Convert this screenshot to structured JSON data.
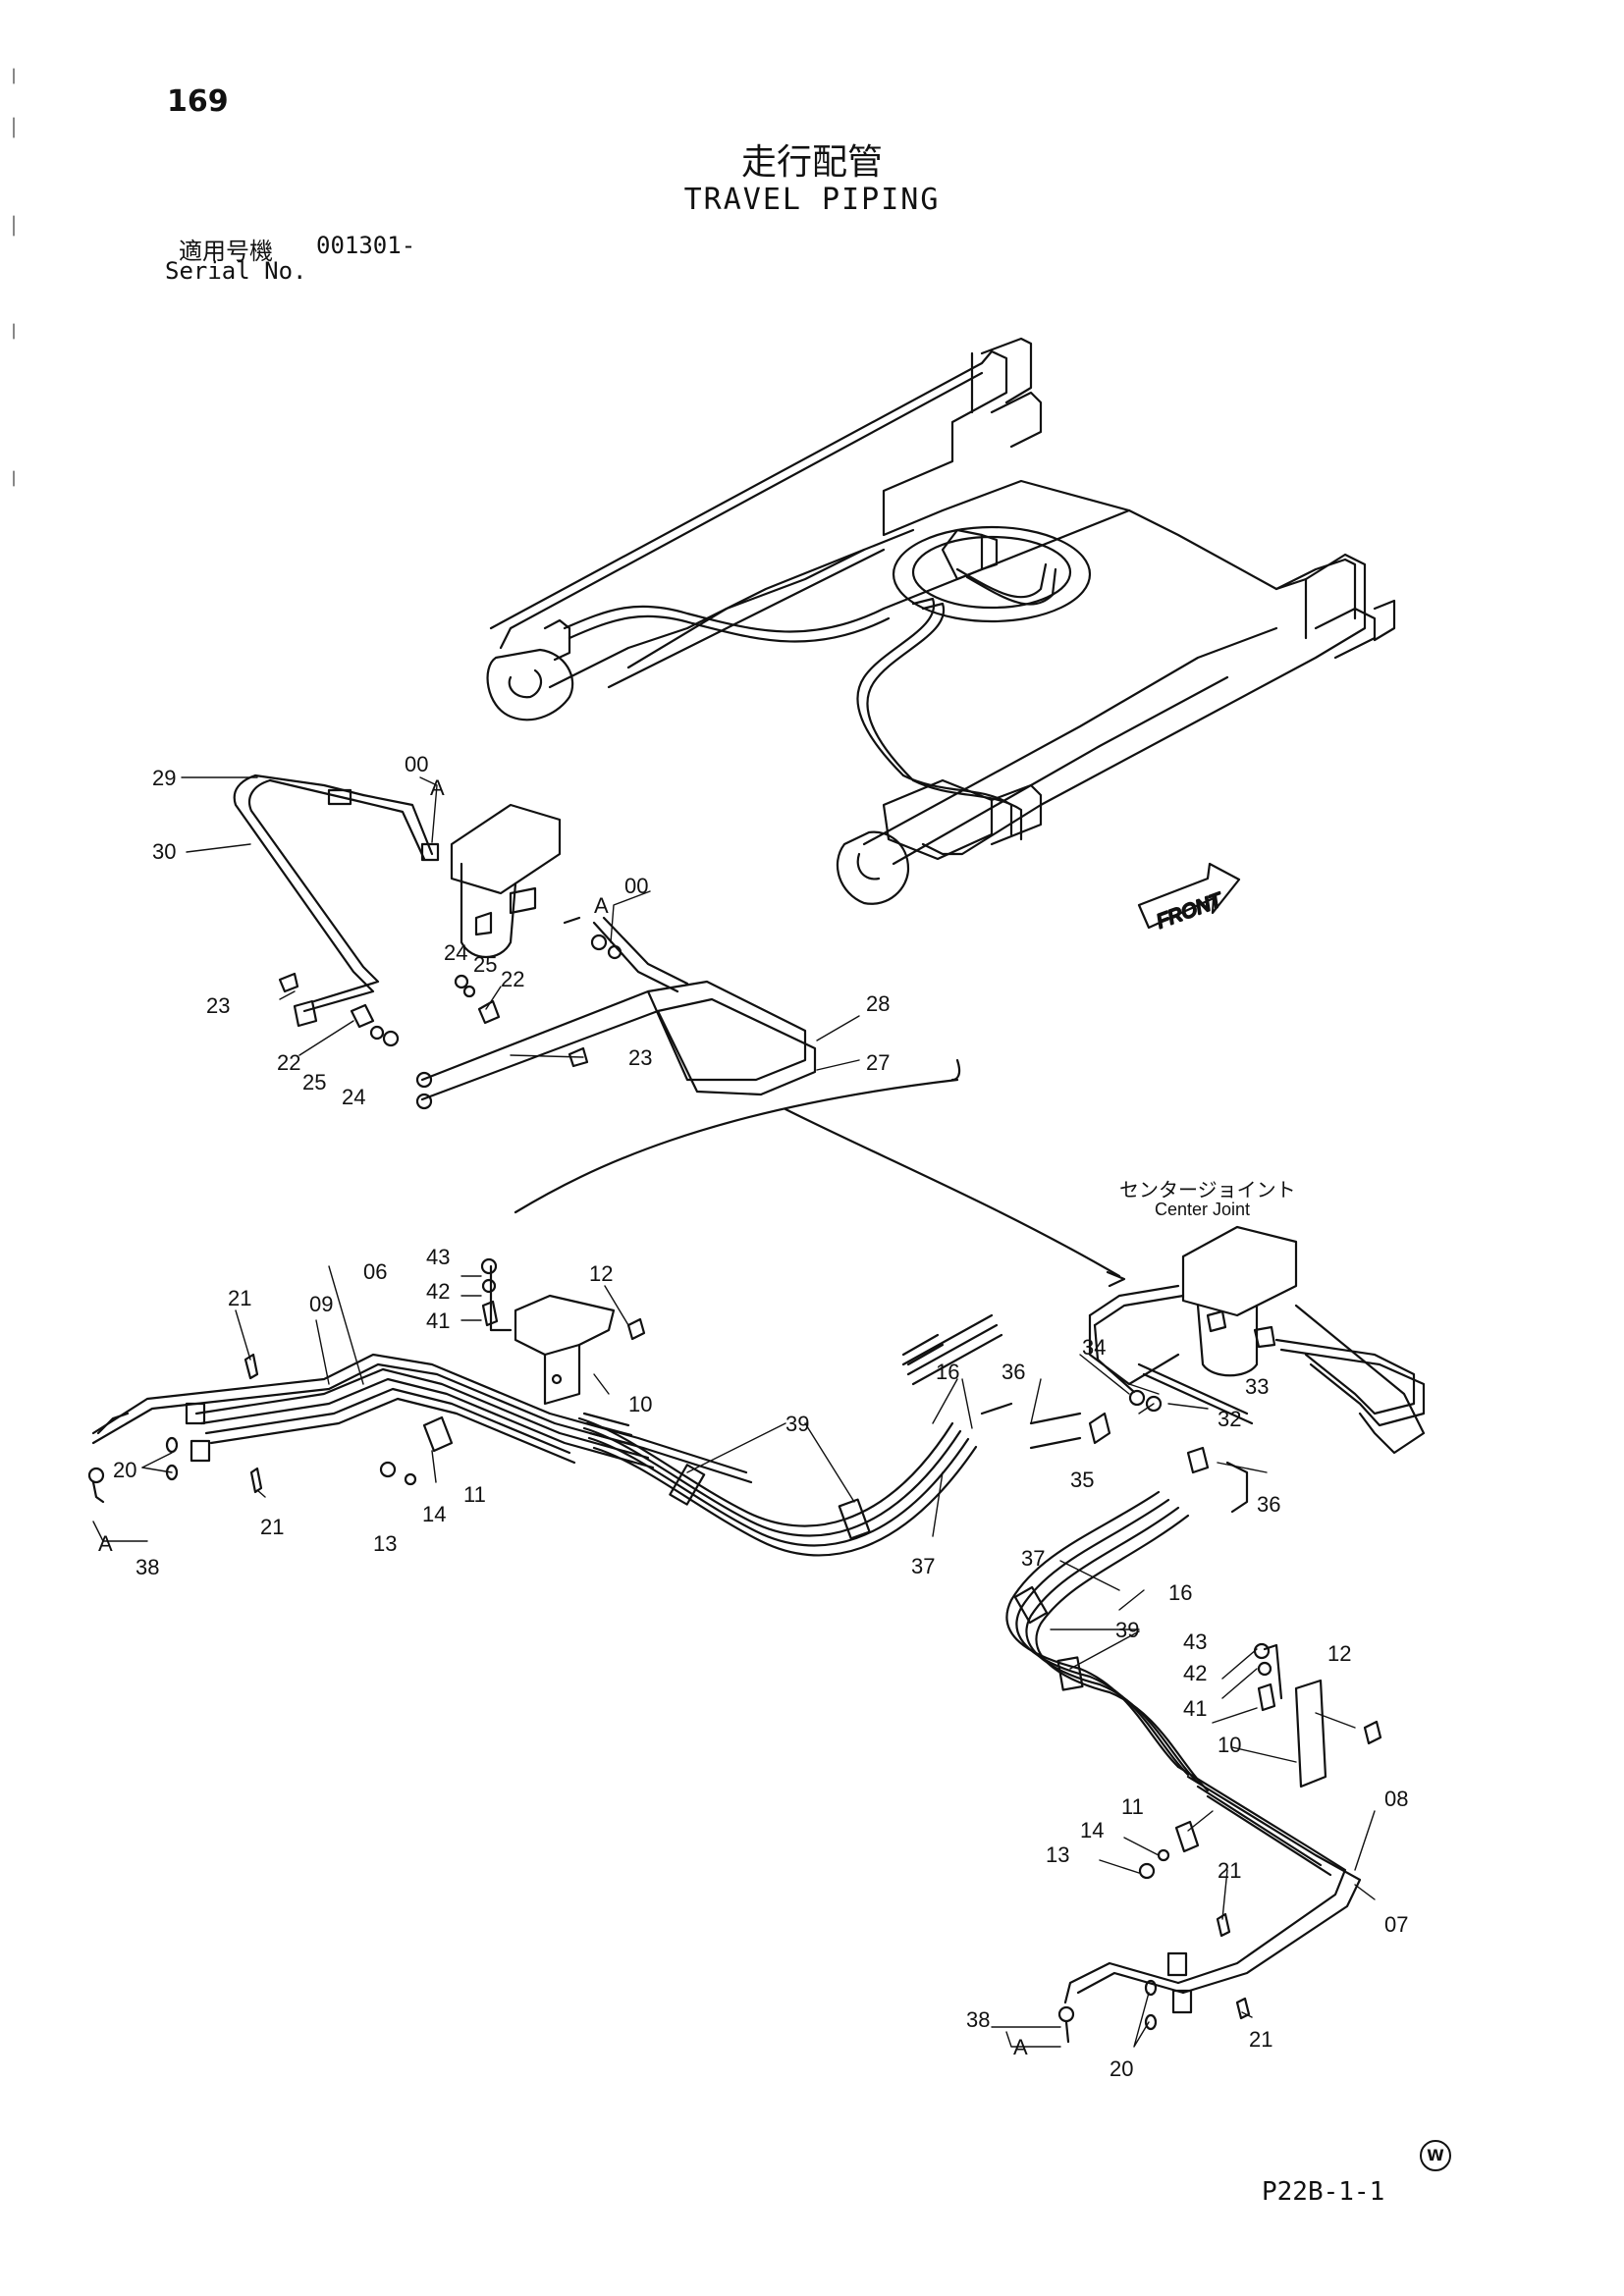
{
  "page_number": "169",
  "title_jp": "走行配管",
  "title_en": "TRAVEL PIPING",
  "serial_label_jp": "適用号機",
  "serial_value": "001301-",
  "serial_label_en": "Serial No.",
  "center_joint_jp": "センタージョイント",
  "center_joint_en": "Center Joint",
  "front_label": "FRONT",
  "footer_code": "P22B-1-1",
  "w_mark": "W",
  "part_numbers": {
    "top": [
      "29",
      "30",
      "00",
      "A",
      "A",
      "00",
      "24",
      "25",
      "22",
      "23",
      "22",
      "25",
      "24",
      "23",
      "28",
      "27"
    ],
    "left": [
      "21",
      "09",
      "06",
      "43",
      "42",
      "41",
      "12",
      "10",
      "20",
      "A",
      "38",
      "21",
      "13",
      "14",
      "11"
    ],
    "center": [
      "39",
      "16",
      "36",
      "34",
      "33",
      "32",
      "35",
      "36",
      "37"
    ],
    "right": [
      "37",
      "16",
      "39",
      "43",
      "42",
      "41",
      "12",
      "10",
      "11",
      "14",
      "13",
      "08",
      "21",
      "07",
      "38",
      "A",
      "20",
      "21"
    ]
  }
}
